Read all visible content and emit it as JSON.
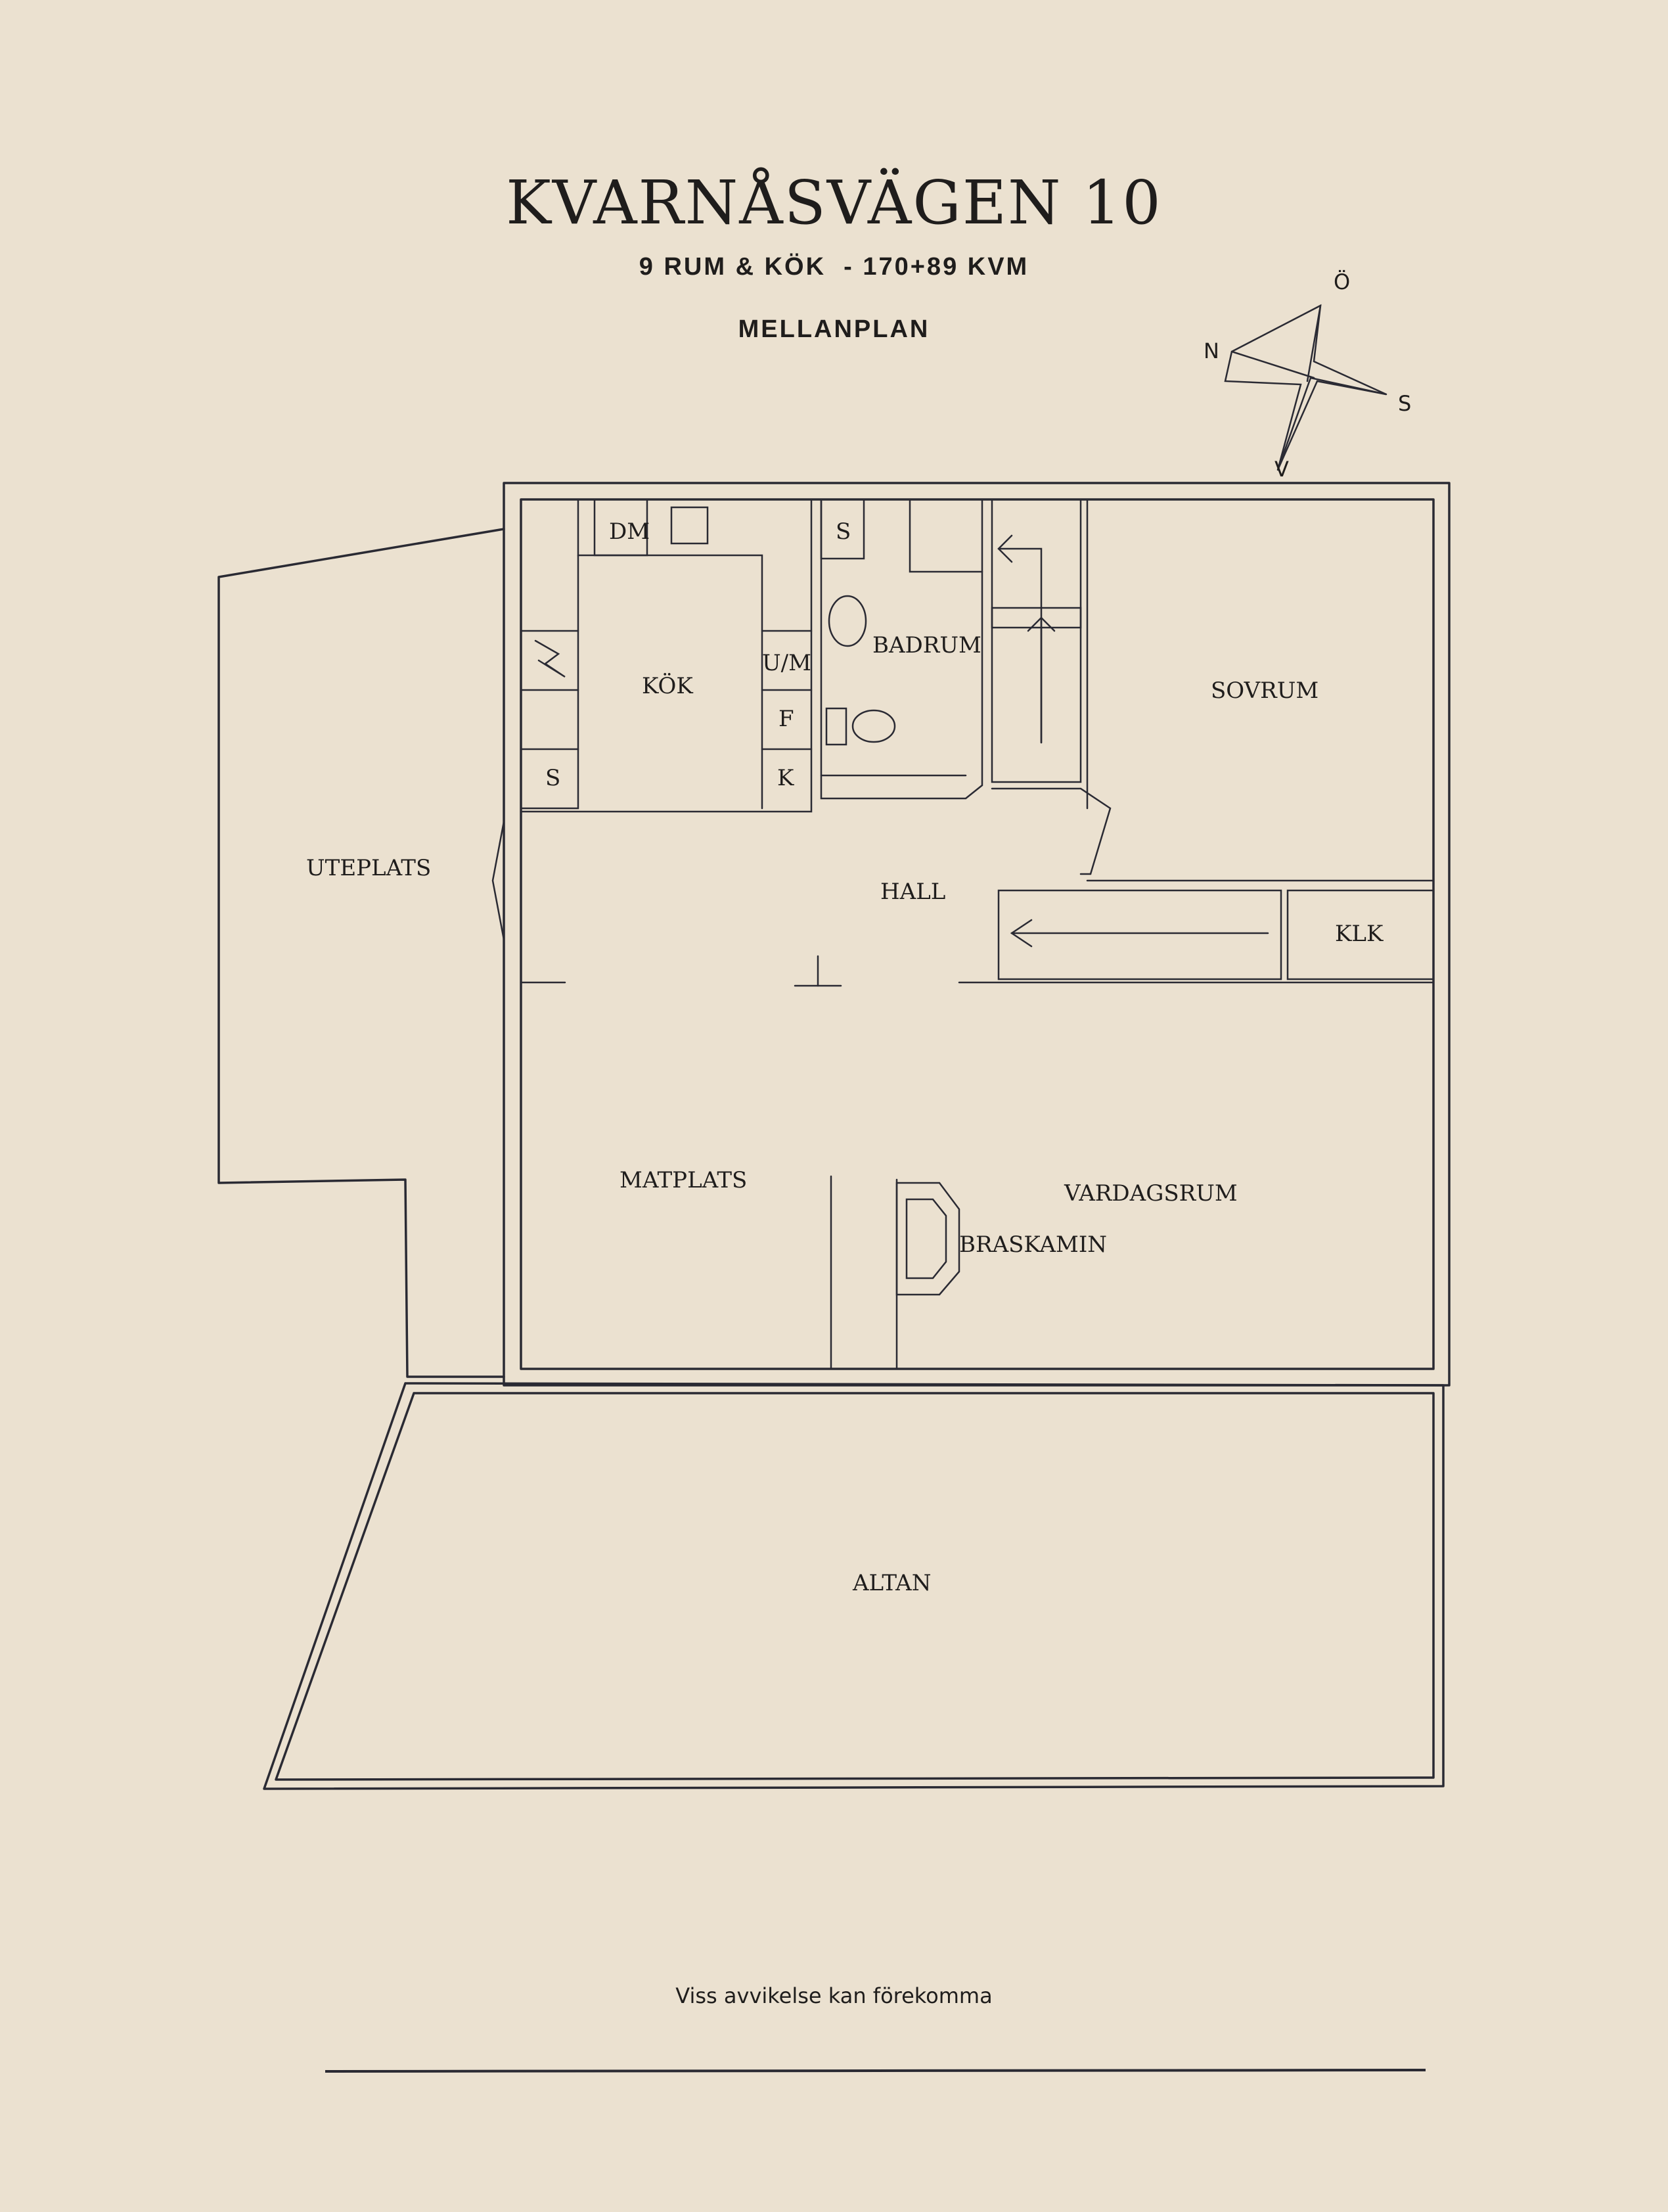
{
  "header": {
    "title": "KVARNÅSVÄGEN 10",
    "subtitle": "9 RUM & KÖK  - 170+89 KVM",
    "level": "MELLANPLAN"
  },
  "compass": {
    "north": "N",
    "east": "Ö",
    "south": "S",
    "west": "V"
  },
  "rooms": {
    "dm": "DM",
    "s_top": "S",
    "kok": "KÖK",
    "um": "U/M",
    "f": "F",
    "k": "K",
    "s_kitchen": "S",
    "badrum": "BADRUM",
    "sovrum": "SOVRUM",
    "uteplats": "UTEPLATS",
    "hall": "HALL",
    "klk": "KLK",
    "matplats": "MATPLATS",
    "vardagsrum": "VARDAGSRUM",
    "braskamin": "BRASKAMIN",
    "altan": "ALTAN"
  },
  "footer": {
    "disclaimer": "Viss avvikelse kan förekomma"
  }
}
